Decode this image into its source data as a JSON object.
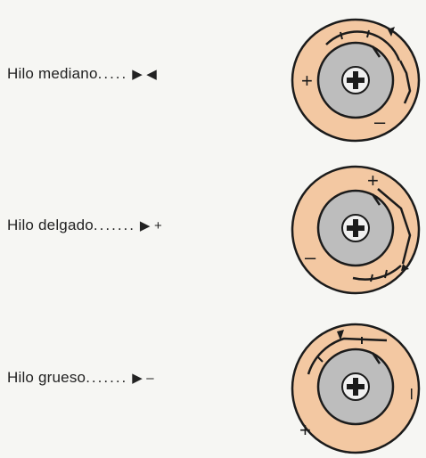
{
  "rows": [
    {
      "label": "Hilo mediano",
      "dots": ".....",
      "symbol": "▶ ◀"
    },
    {
      "label": "Hilo delgado",
      "dots": ".......",
      "symbol": "▶ +"
    },
    {
      "label": "Hilo grueso",
      "dots": ".......",
      "symbol": "▶ –"
    }
  ],
  "dial": {
    "plus": "+",
    "minus": "–"
  },
  "colors": {
    "ring": "#f3c8a2",
    "knob": "#bdbdbd",
    "ink": "#1b1b1b"
  }
}
